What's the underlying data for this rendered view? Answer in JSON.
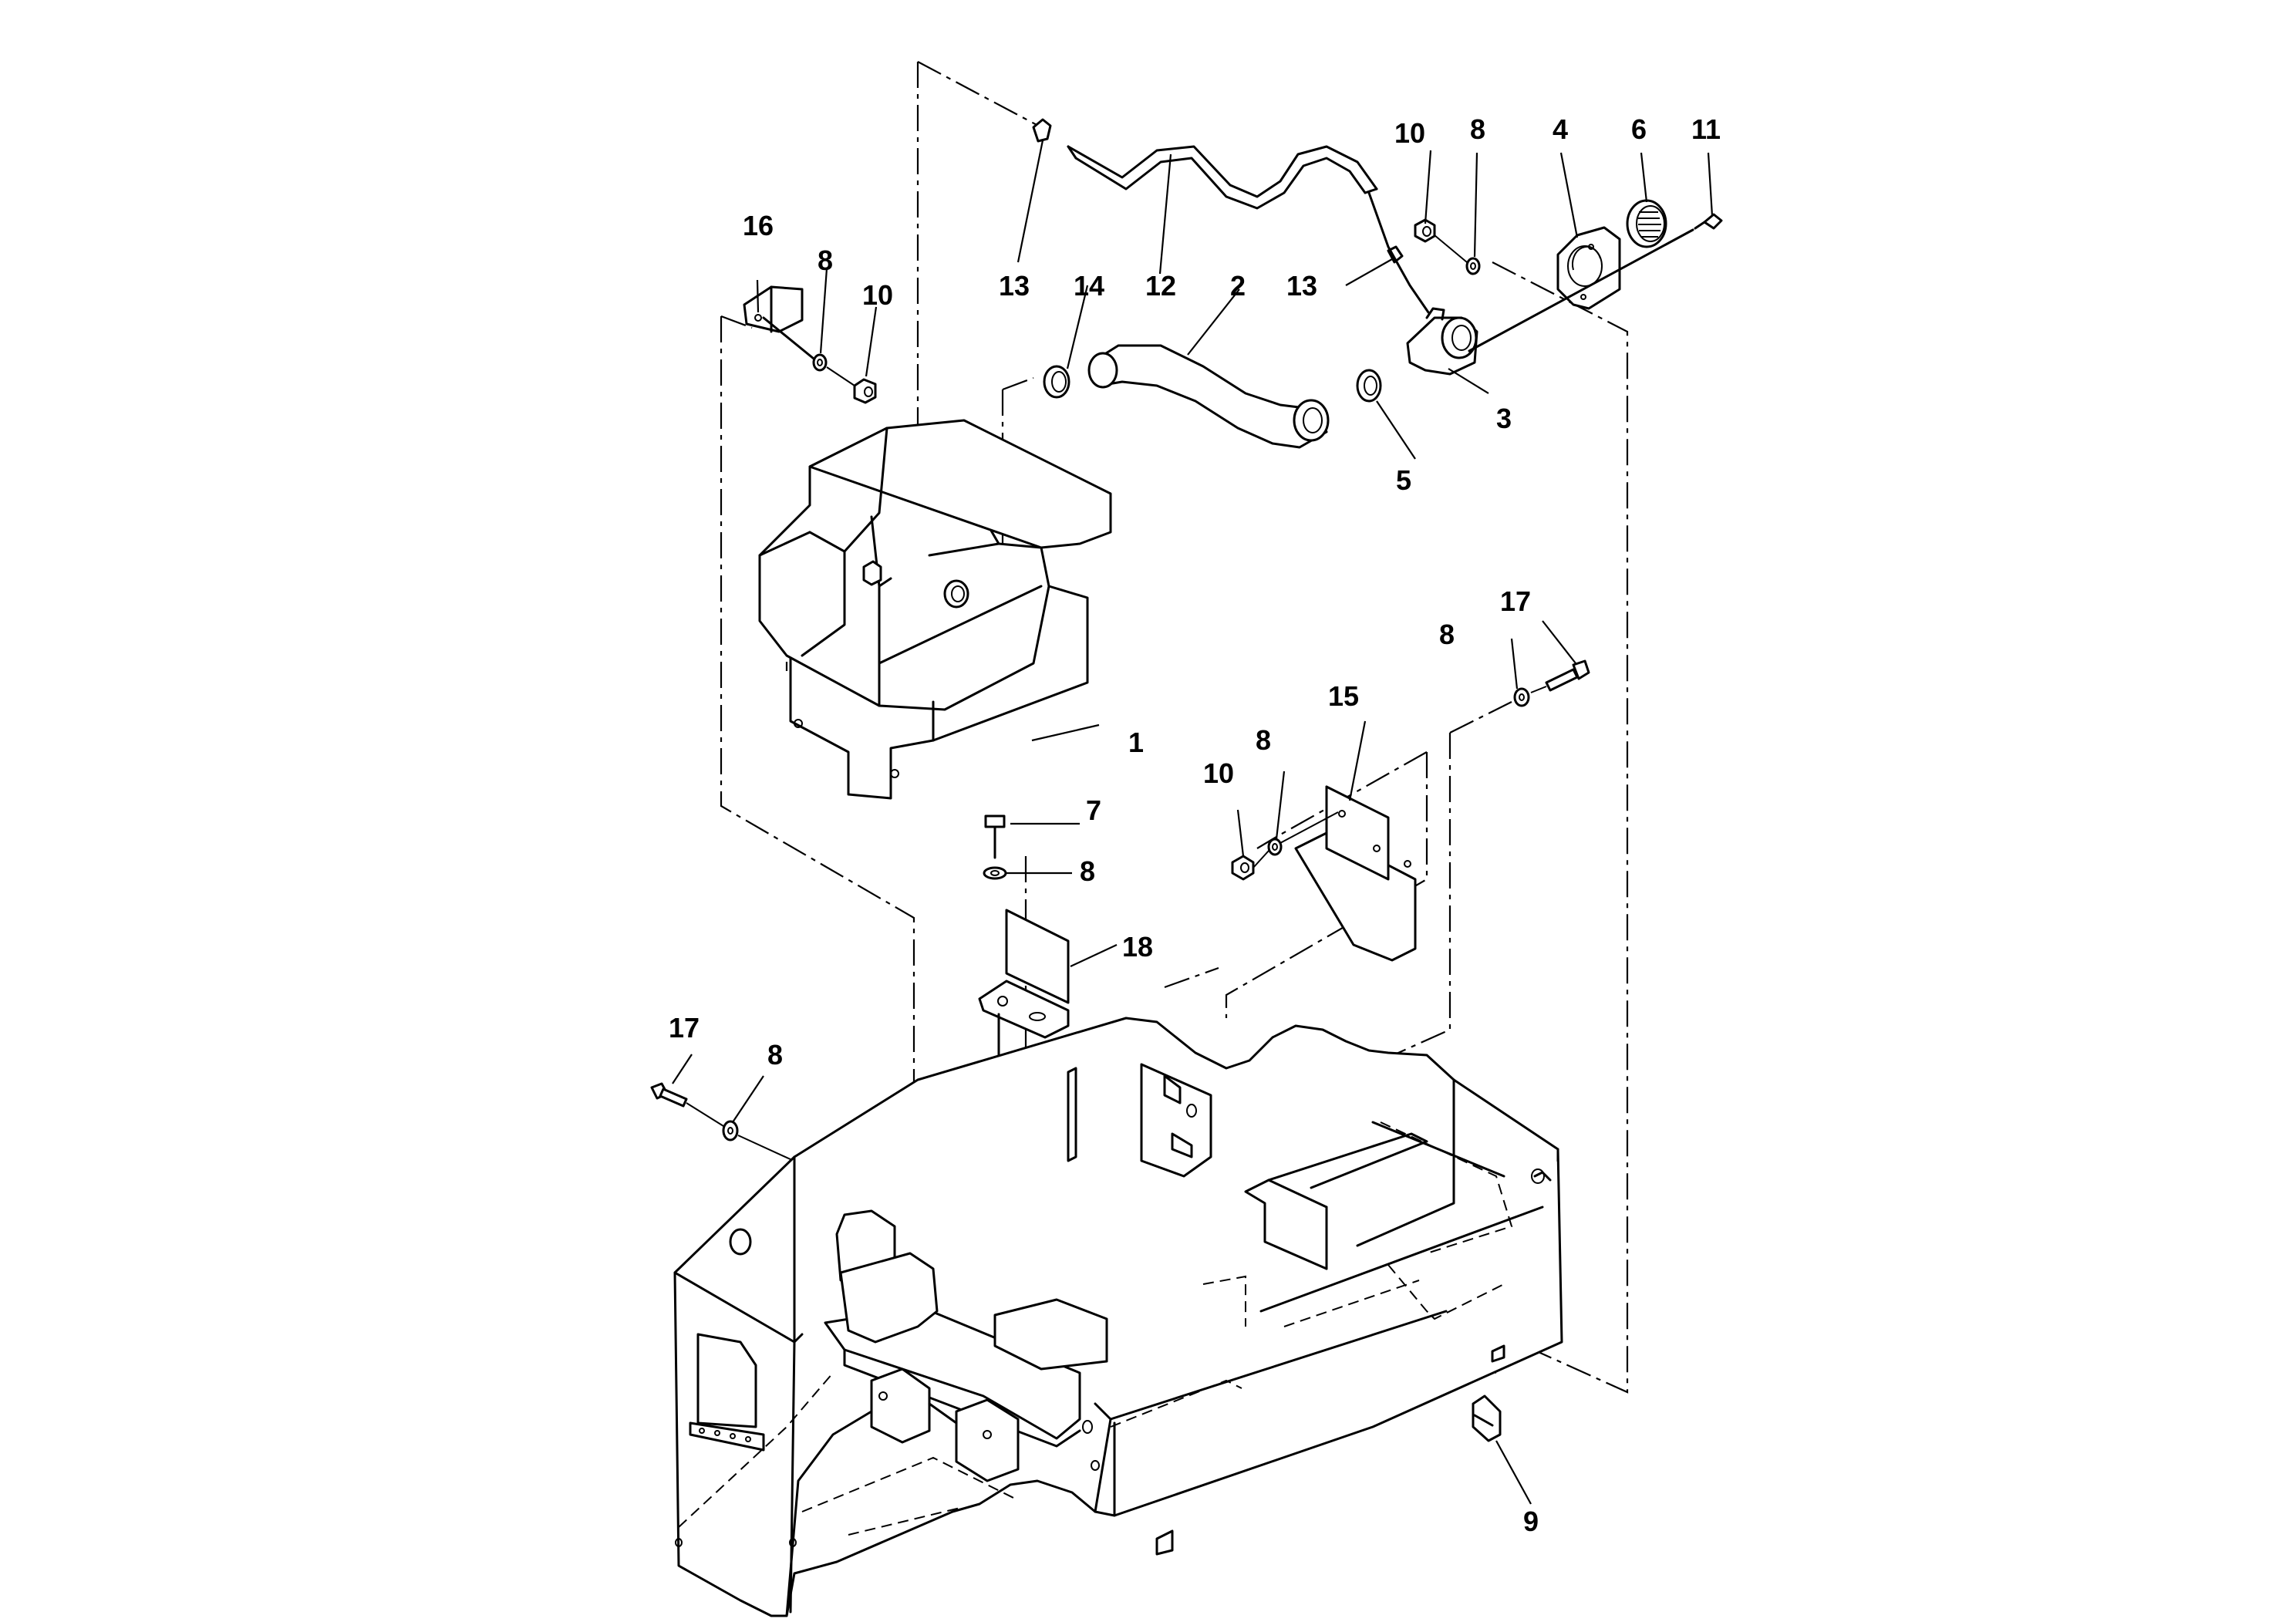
{
  "callouts": [
    {
      "id": "c1",
      "text": "1"
    },
    {
      "id": "c2",
      "text": "2"
    },
    {
      "id": "c3",
      "text": "3"
    },
    {
      "id": "c4",
      "text": "4"
    },
    {
      "id": "c5",
      "text": "5"
    },
    {
      "id": "c6",
      "text": "6"
    },
    {
      "id": "c7",
      "text": "7"
    },
    {
      "id": "c8a",
      "text": "8"
    },
    {
      "id": "c8b",
      "text": "8"
    },
    {
      "id": "c8c",
      "text": "8"
    },
    {
      "id": "c8d",
      "text": "8"
    },
    {
      "id": "c8e",
      "text": "8"
    },
    {
      "id": "c8f",
      "text": "8"
    },
    {
      "id": "c9",
      "text": "9"
    },
    {
      "id": "c10a",
      "text": "10"
    },
    {
      "id": "c10b",
      "text": "10"
    },
    {
      "id": "c10c",
      "text": "10"
    },
    {
      "id": "c11",
      "text": "11"
    },
    {
      "id": "c12",
      "text": "12"
    },
    {
      "id": "c13a",
      "text": "13"
    },
    {
      "id": "c13b",
      "text": "13"
    },
    {
      "id": "c14",
      "text": "14"
    },
    {
      "id": "c15",
      "text": "15"
    },
    {
      "id": "c16",
      "text": "16"
    },
    {
      "id": "c17a",
      "text": "17"
    },
    {
      "id": "c17b",
      "text": "17"
    },
    {
      "id": "c18",
      "text": "18"
    }
  ]
}
